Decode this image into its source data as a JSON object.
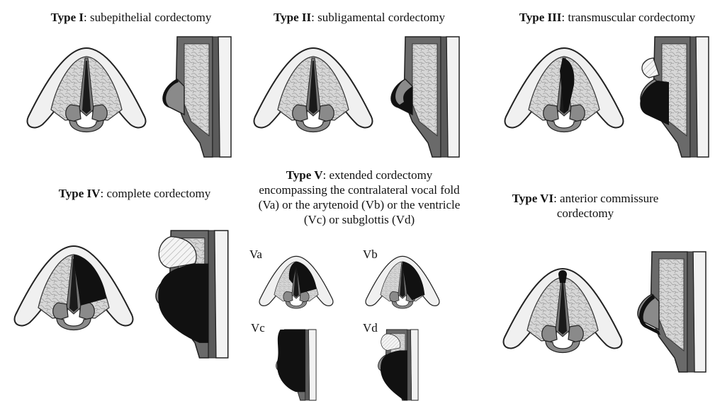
{
  "panels": [
    {
      "type": "Type I",
      "desc": ": subepithelial cordectomy"
    },
    {
      "type": "Type II",
      "desc": ": subligamental cordectomy"
    },
    {
      "type": "Type III",
      "desc": ": transmuscular cordectomy"
    },
    {
      "type": "Type IV",
      "desc": ": complete cordectomy"
    },
    {
      "type": "Type V",
      "desc": ": extended cordectomy",
      "lines": [
        "encompassing the contralateral vocal fold",
        "(Va) or the arytenoid (Vb) or the ventricle",
        "(Vc) or subglottis (Vd)"
      ]
    },
    {
      "type": "Type VI",
      "desc": ": anterior commissure",
      "lines": [
        "cordectomy"
      ]
    }
  ],
  "sublabels": [
    "Va",
    "Vb",
    "Vc",
    "Vd"
  ]
}
